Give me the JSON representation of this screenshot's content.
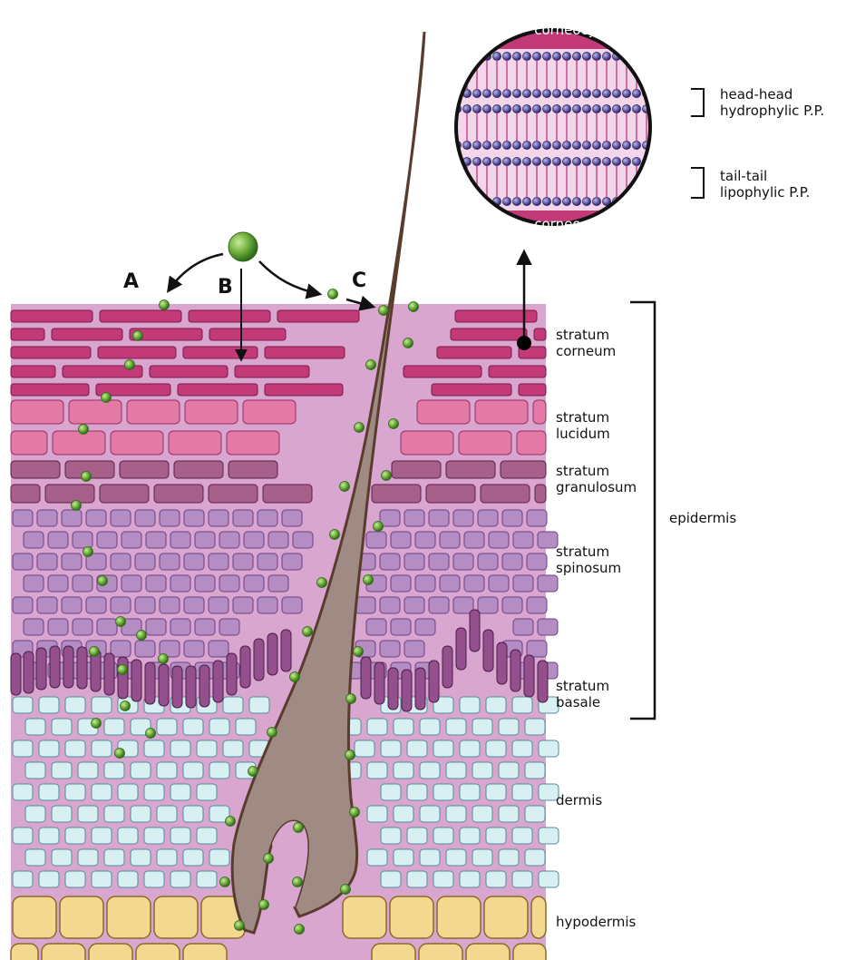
{
  "pathways": {
    "a": "A",
    "b": "B",
    "c": "C"
  },
  "layers": {
    "stratum_corneum": "stratum\ncorneum",
    "stratum_lucidum": "stratum\nlucidum",
    "stratum_granulosum": "stratum\ngranulosum",
    "stratum_spinosum": "stratum\nspinosum",
    "stratum_basale": "stratum\nbasale",
    "epidermis": "epidermis",
    "dermis": "dermis",
    "hypodermis": "hypodermis"
  },
  "inset": {
    "corneocyte_top": "corneocyte",
    "corneocyte_bottom": "corneocyte",
    "head_head": "head-head\nhydrophylic P.P.",
    "tail_tail": "tail-tail\nlipophylic P.P."
  },
  "colors": {
    "corneum_cell": "#c23b78",
    "lucidum_cell": "#e27aa5",
    "granulosum_cell": "#a7608a",
    "spinosum_cell": "#b48ec2",
    "basale_cell": "#94508d",
    "dermis_cell": "#d9f0f2",
    "hypodermis_cell": "#f3d98f",
    "tissue_bg": "#d9a6cf",
    "hair": "#a08b84",
    "particle": "#6fae3c"
  }
}
